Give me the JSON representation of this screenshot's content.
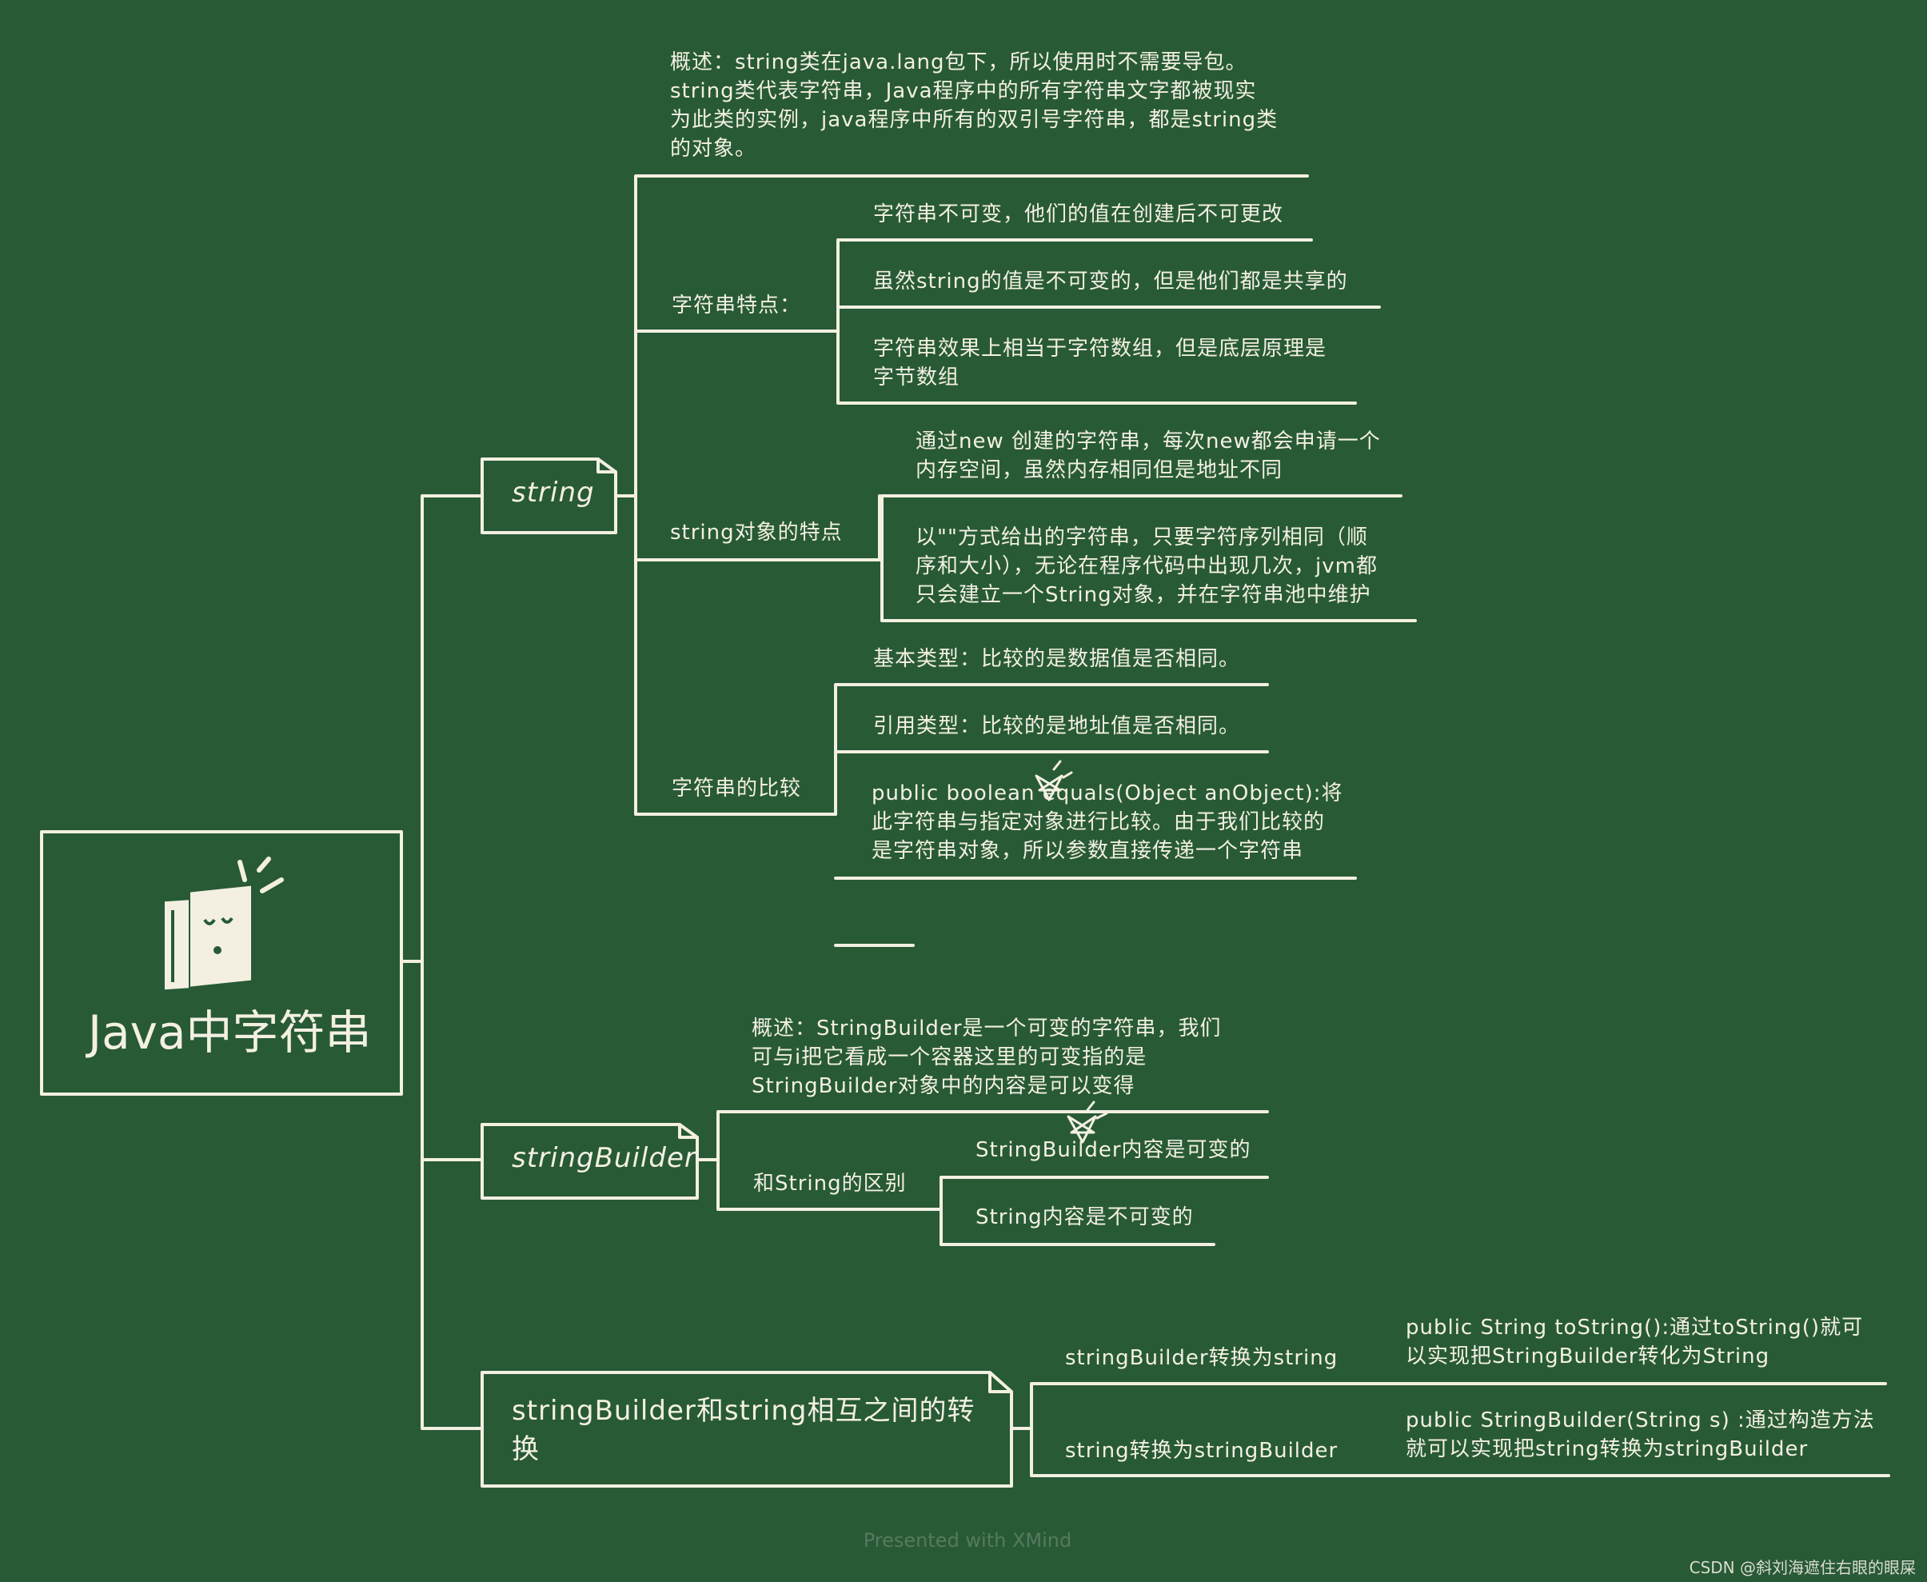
{
  "colors": {
    "background": "#285a36",
    "chalk": "#f3f0e2",
    "watermark": "#567a5e"
  },
  "root": {
    "label": "Java中字符串",
    "icon": "book-icon"
  },
  "branches": {
    "string": {
      "label": "string",
      "overview": "概述：string类在java.lang包下，所以使用时不需要导包。\n string类代表字符串，Java程序中的所有字符串文字都被现实\n为此类的实例，java程序中所有的双引号字符串，都是string类\n的对象。",
      "features": {
        "label": "字符串特点：",
        "items": [
          "字符串不可变，他们的值在创建后不可更改",
          "虽然string的值是不可变的，但是他们都是共享的",
          "字符串效果上相当于字符数组，但是底层原理是\n字节数组"
        ]
      },
      "object_features": {
        "label": "string对象的特点",
        "items": [
          "通过new 创建的字符串，每次new都会申请一个\n内存空间，虽然内存相同但是地址不同",
          "以\"\"方式给出的字符串，只要字符序列相同（顺\n序和大小），无论在程序代码中出现几次，jvm都\n只会建立一个String对象，并在字符串池中维护"
        ]
      },
      "comparison": {
        "label": "字符串的比较",
        "items": [
          "基本类型：比较的是数据值是否相同。",
          "引用类型：比较的是地址值是否相同。",
          "public boolean equals(Object anObject):将\n此字符串与指定对象进行比较。由于我们比较的\n是字符串对象，所以参数直接传递一个字符串"
        ]
      }
    },
    "stringBuilder": {
      "label": "stringBuilder",
      "overview": "概述：StringBuilder是一个可变的字符串，我们\n可与i把它看成一个容器这里的可变指的是\nStringBuilder对象中的内容是可以变得",
      "difference": {
        "label": "和String的区别",
        "items": [
          "StringBuilder内容是可变的",
          "String内容是不可变的"
        ]
      }
    },
    "conversion": {
      "label": "stringBuilder和string相互之间的转\n换",
      "items": [
        {
          "label": "stringBuilder转换为string",
          "detail": "public String toString():通过toString()就可\n以实现把StringBuilder转化为String"
        },
        {
          "label": "string转换为stringBuilder",
          "detail": "public StringBuilder(String s) :通过构造方法\n就可以实现把string转换为stringBuilder"
        }
      ]
    }
  },
  "footer": {
    "watermark": "Presented with XMind",
    "credit": "CSDN @斜刘海遮住右眼的眼屎"
  }
}
